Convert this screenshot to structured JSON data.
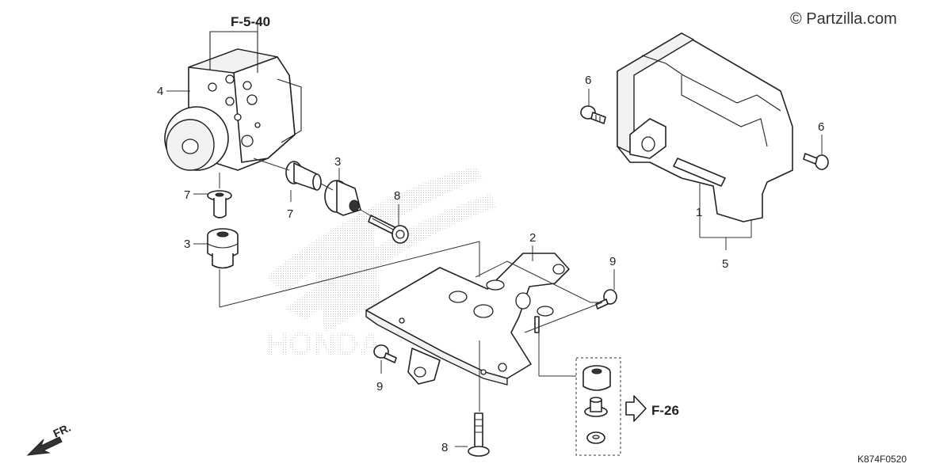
{
  "watermark": {
    "text": "© Partzilla.com",
    "faded_logo": "HONDA"
  },
  "figure_code": "K874F0520",
  "direction_marker": {
    "label": "FR."
  },
  "references": {
    "modulator_ref": "F-5-40",
    "damper_ref": "F-26"
  },
  "callouts": {
    "c1": "1",
    "c2": "2",
    "c3a": "3",
    "c3b": "3",
    "c4": "4",
    "c5": "5",
    "c6a": "6",
    "c6b": "6",
    "c7a": "7",
    "c7b": "7",
    "c8a": "8",
    "c8b": "8",
    "c9a": "9",
    "c9b": "9"
  }
}
